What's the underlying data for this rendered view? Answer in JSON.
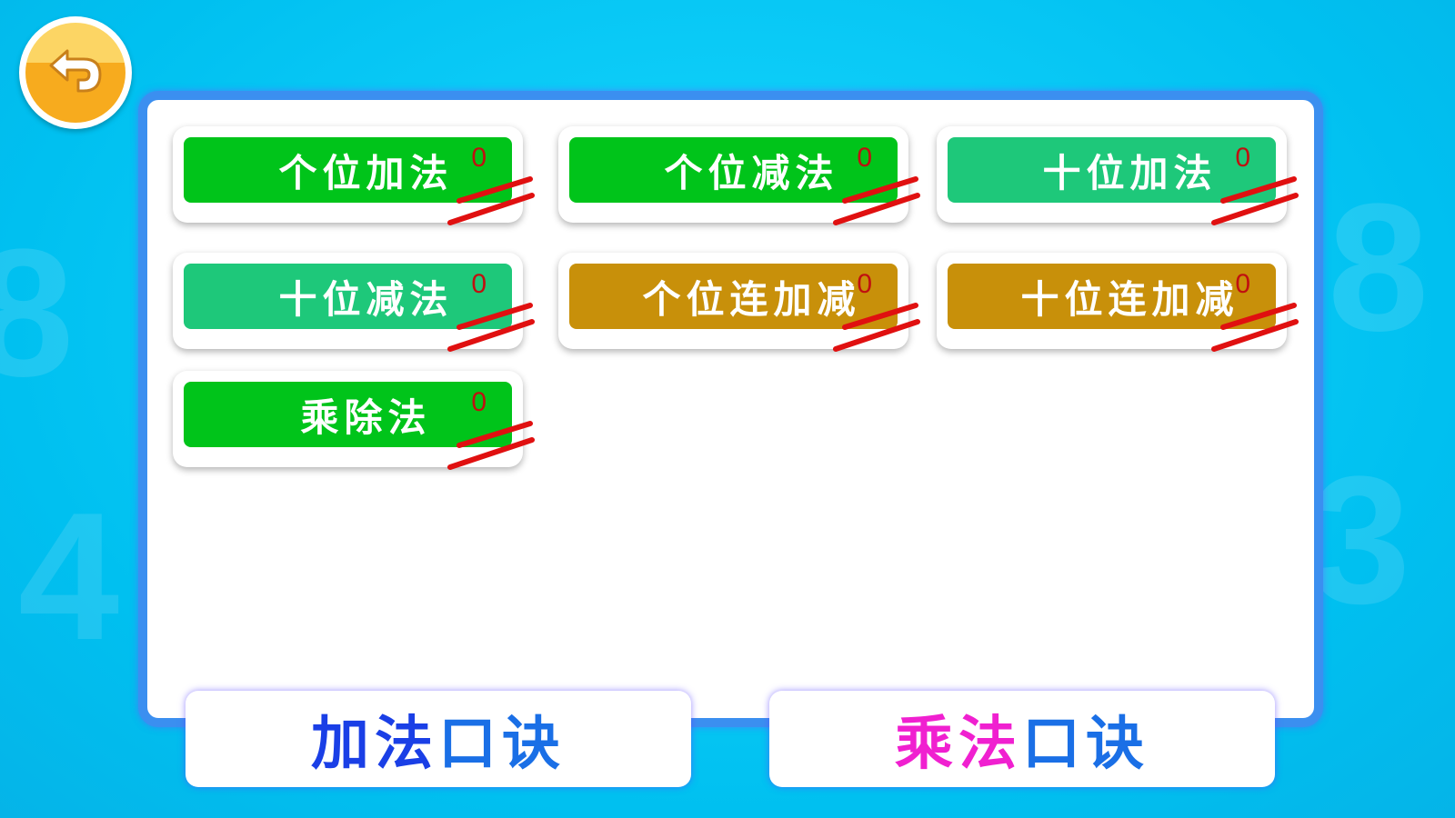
{
  "tiles": [
    {
      "label": "个位加法",
      "count": "0",
      "color": "green"
    },
    {
      "label": "个位减法",
      "count": "0",
      "color": "green"
    },
    {
      "label": "十位加法",
      "count": "0",
      "color": "teal"
    },
    {
      "label": "十位减法",
      "count": "0",
      "color": "teal"
    },
    {
      "label": "个位连加减",
      "count": "0",
      "color": "gold"
    },
    {
      "label": "十位连加减",
      "count": "0",
      "color": "gold"
    },
    {
      "label": "乘除法",
      "count": "0",
      "color": "green"
    }
  ],
  "bottom": {
    "add": {
      "part1": "加法",
      "part2": "口诀",
      "color1": "#1a3fe6"
    },
    "mul": {
      "part1": "乘法",
      "part2": "口诀",
      "color1": "#f020d0"
    },
    "part2_color": "#1a6fe6"
  },
  "colors": {
    "green": "#00c41a",
    "teal": "#1ec87a",
    "gold": "#c8900a",
    "background": "#00c8f5",
    "panel_border": "#3b8ff0"
  }
}
